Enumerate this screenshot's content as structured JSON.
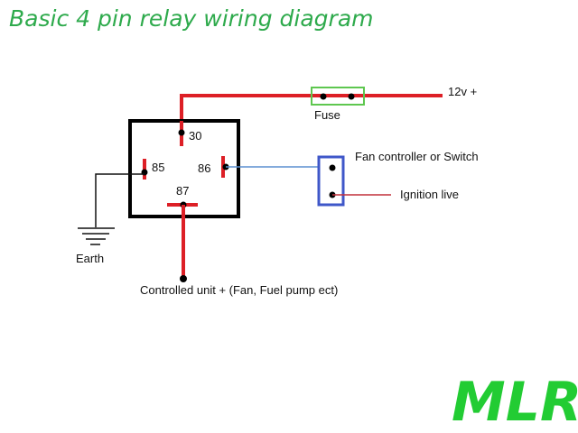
{
  "title": "Basic 4 pin relay wiring diagram",
  "relay": {
    "pins": {
      "p30": "30",
      "p85": "85",
      "p86": "86",
      "p87": "87"
    }
  },
  "labels": {
    "fuse": "Fuse",
    "supply": "12v +",
    "switch": "Fan controller or Switch",
    "ignition": "Ignition live",
    "earth": "Earth",
    "controlled_unit": "Controlled unit + (Fan, Fuel pump ect)"
  },
  "logo": "MLR",
  "colors": {
    "title": "#2eaa4c",
    "power_wire": "#dd1f26",
    "signal_wire": "#5b8fd0",
    "ignition_wire": "#c2303c",
    "ground_wire": "#111111",
    "fuse_box": "#5ec74f",
    "switch_box": "#3f57c9",
    "logo": "#22cc33"
  }
}
